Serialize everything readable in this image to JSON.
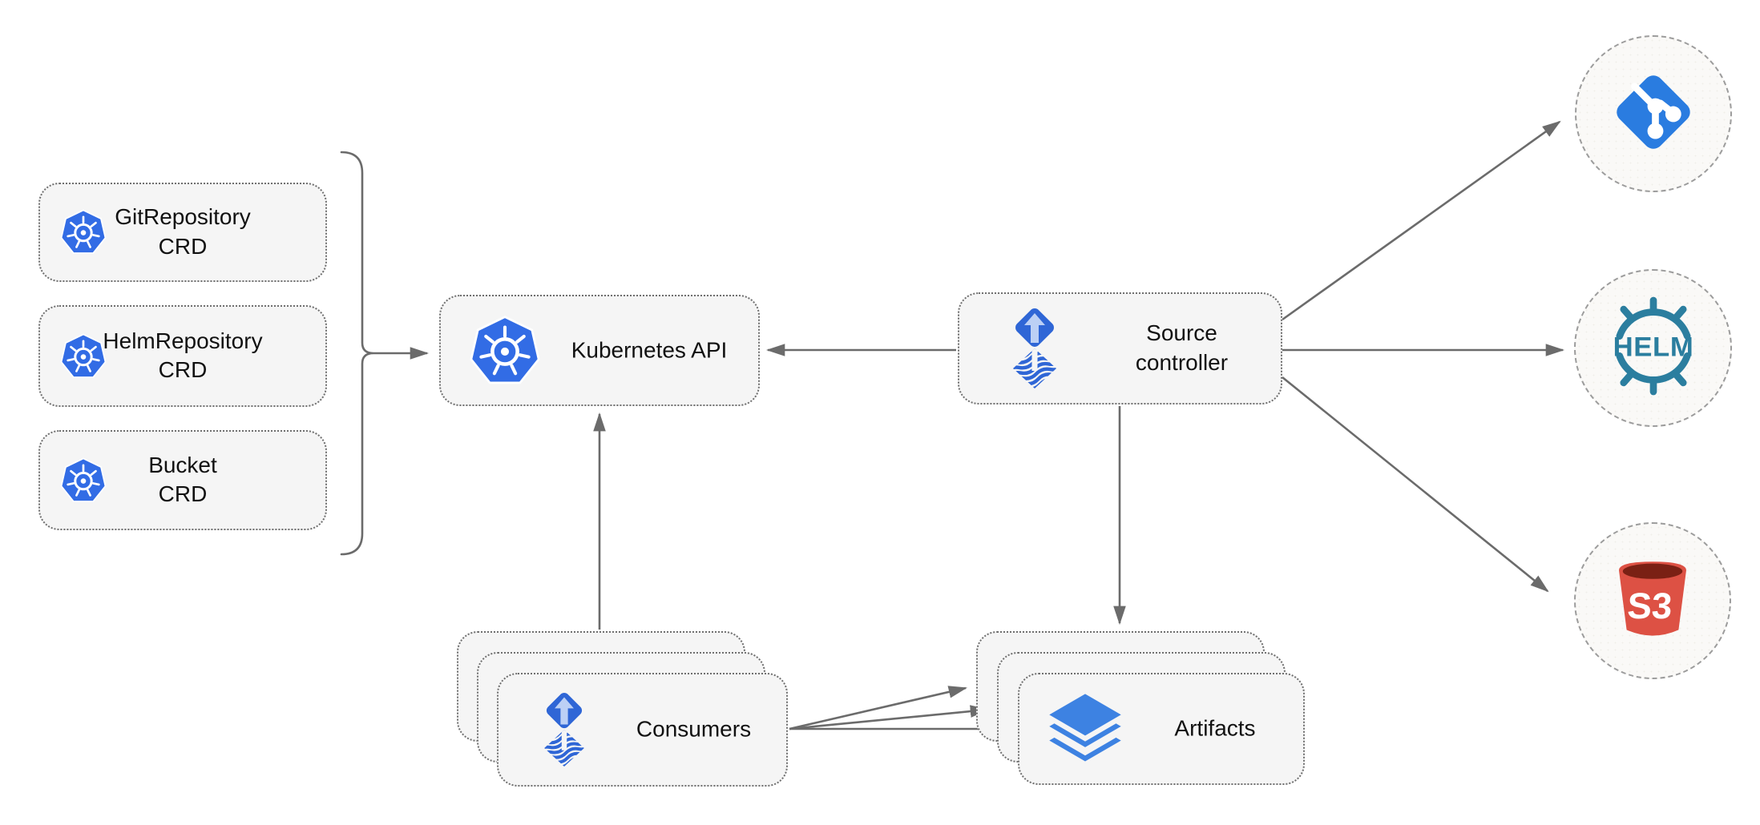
{
  "diagram": {
    "crd_boxes": [
      {
        "line1": "GitRepository",
        "line2": "CRD"
      },
      {
        "line1": "HelmRepository",
        "line2": "CRD"
      },
      {
        "line1": "Bucket",
        "line2": "CRD"
      }
    ],
    "kubernetes_api": {
      "label": "Kubernetes API"
    },
    "source_controller": {
      "line1": "Source",
      "line2": "controller"
    },
    "consumers": {
      "label": "Consumers"
    },
    "artifacts": {
      "label": "Artifacts"
    },
    "helm_logo_text": "HELM",
    "s3_logo_text": "S3",
    "colors": {
      "node_background": "#f5f5f5",
      "node_border": "#6f6f6f",
      "arrow": "#6b6b6b",
      "kubernetes_blue": "#326ce5",
      "flux_blue": "#2f66d6",
      "flux_arrow_light": "#bcd0f5",
      "layers_blue": "#3d82e2",
      "git_blue": "#2a7ce0",
      "helm_teal": "#2b7e9f",
      "s3_red": "#dd5144",
      "s3_dark": "#7a2014",
      "circle_border": "#9c9c9c",
      "circle_background": "#faf9f7"
    }
  }
}
